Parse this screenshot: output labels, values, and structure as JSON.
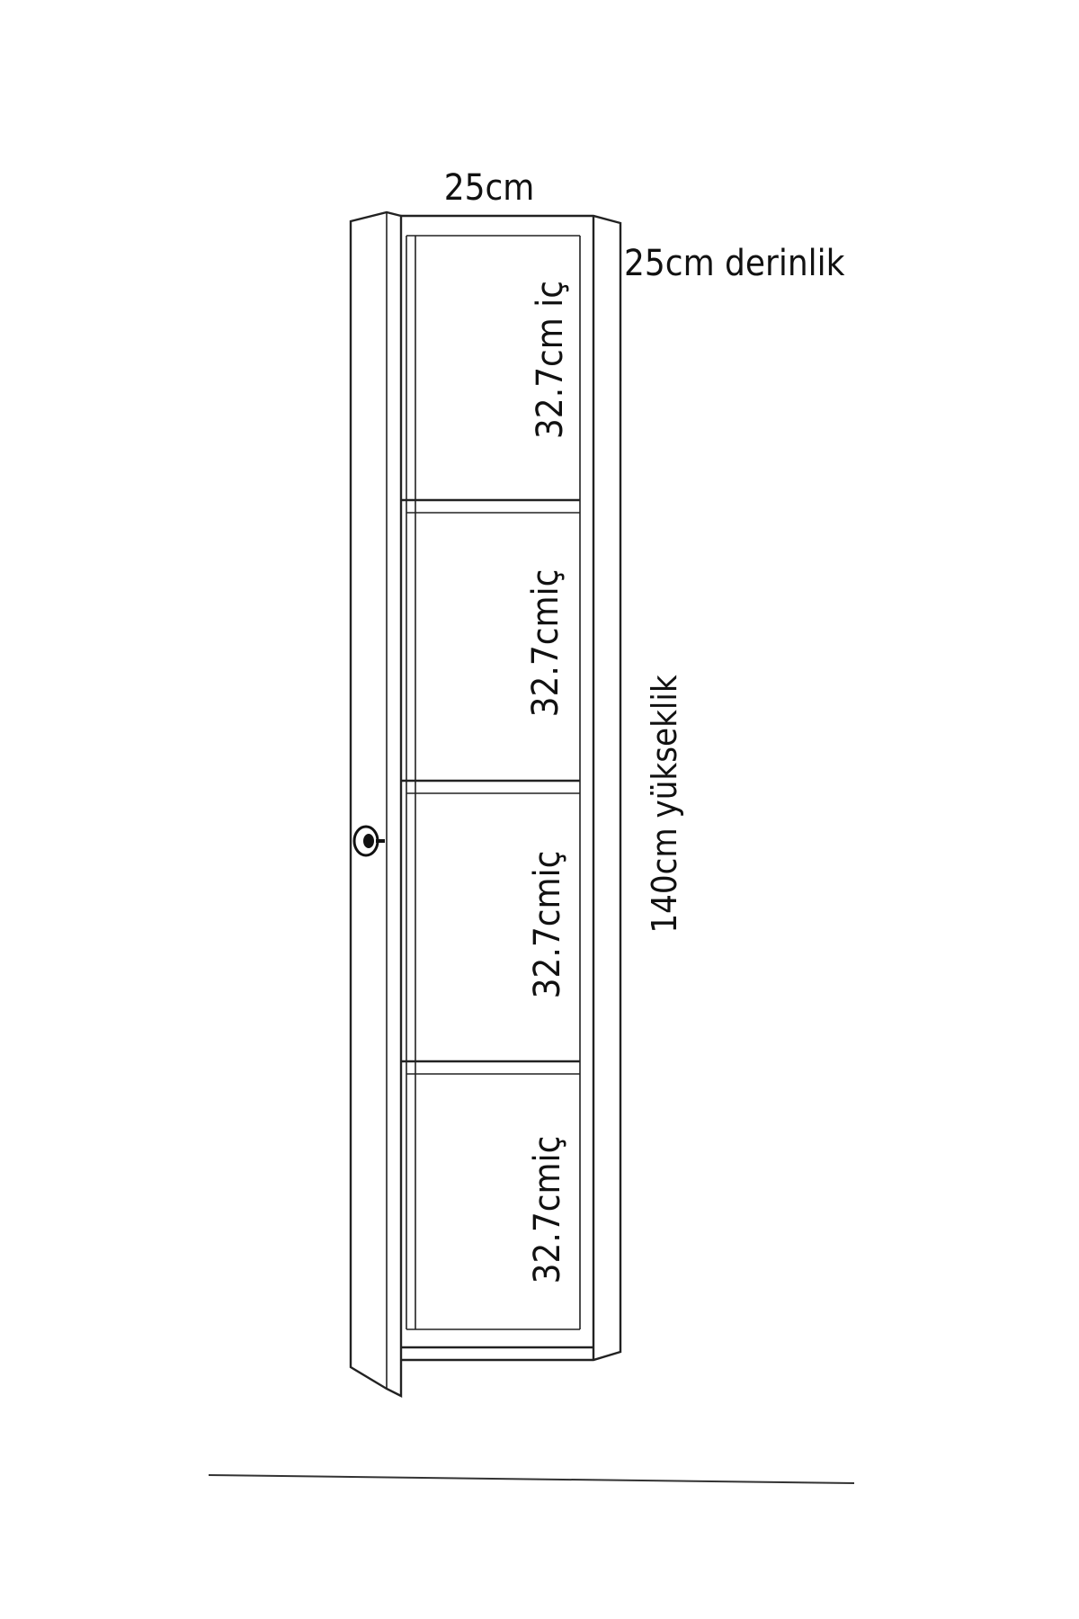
{
  "diagram": {
    "labels": {
      "width": "25cm",
      "depth": "25cm derinlik",
      "height": "140cm yükseklik",
      "shelf_1": "32.7cm iç",
      "shelf_2": "32.7cmiç",
      "shelf_3": "32.7cmiç",
      "shelf_4": "32.7cmiç"
    },
    "shelf_count": 4,
    "door": "open",
    "knob_icon": "round-knob-icon"
  }
}
